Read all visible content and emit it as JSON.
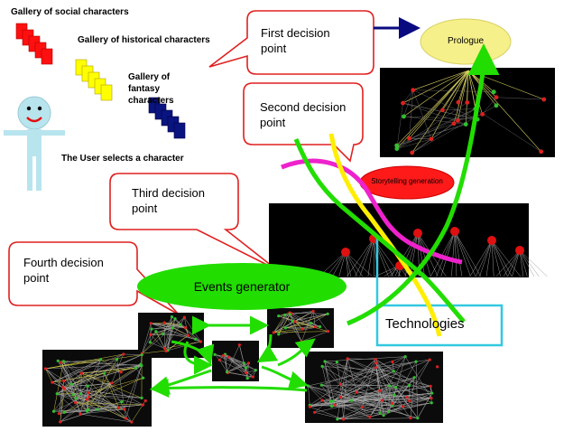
{
  "galleries": {
    "social": "Gallery of social characters",
    "historical": "Gallery of historical characters",
    "fantasy": "Gallery of fantasy characters"
  },
  "user_label": "The User selects a character",
  "callouts": {
    "first": "First decision point",
    "second": "Second decision point",
    "third": "Third decision point",
    "fourth": "Fourth decision point"
  },
  "nodes": {
    "prologue": "Prologue",
    "storytelling": "Storytelling generation",
    "events": "Events generator",
    "technologies": "Technologies"
  },
  "colors": {
    "social_cards": "#ff1010",
    "historical_cards": "#ffff00",
    "fantasy_cards": "#0a1480",
    "callout_border": "#e02020",
    "arrow_navy": "#0a0a80",
    "prologue_fill": "#f6f08a",
    "storytelling_fill": "#ff1a1a",
    "events_fill": "#22dd00",
    "technologies_border": "#33c8e0",
    "green_path": "#22dd00",
    "magenta_path": "#ee22cc",
    "yellow_path": "#ffee00",
    "user_figure": "#b8e4ee"
  }
}
